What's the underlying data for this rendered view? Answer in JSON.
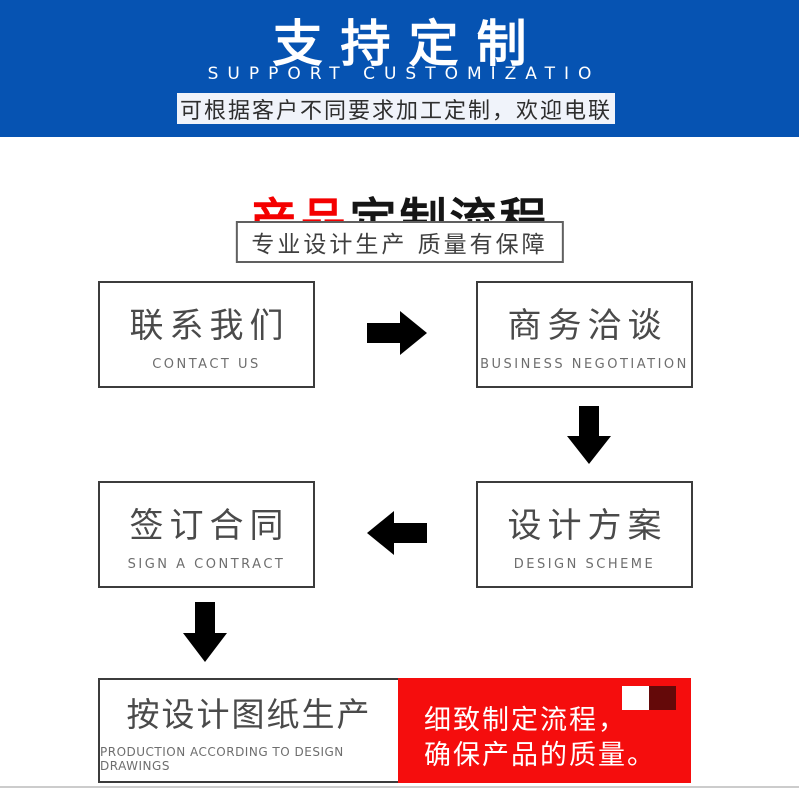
{
  "banner": {
    "title": "支持定制",
    "subtitle": "SUPPORT CUSTOMIZATIO",
    "strip_text": "可根据客户不同要求加工定制，欢迎电联",
    "bg_color": "#0653b2",
    "strip_bg_color": "#f0f3fa"
  },
  "process": {
    "title_accent": "产品",
    "title_rest": "定制流程",
    "accent_color": "#f40000",
    "tagline": "专业设计生产 质量有保障",
    "steps": [
      {
        "zh": "联系我们",
        "en": "CONTACT US"
      },
      {
        "zh": "商务洽谈",
        "en": "BUSINESS NEGOTIATION"
      },
      {
        "zh": "设计方案",
        "en": "DESIGN SCHEME"
      },
      {
        "zh": "签订合同",
        "en": "SIGN A CONTRACT"
      },
      {
        "zh": "按设计图纸生产",
        "en": "PRODUCTION ACCORDING TO DESIGN DRAWINGS"
      }
    ],
    "arrow_icons": [
      "arrow-right-icon",
      "arrow-down-icon",
      "arrow-left-icon",
      "arrow-down-icon"
    ],
    "arrow_color": "#000000",
    "note": {
      "line1": "细致制定流程，",
      "line2": "确保产品的质量。",
      "bg_color": "#f50d0d",
      "deco_dark_color": "#640909"
    }
  }
}
